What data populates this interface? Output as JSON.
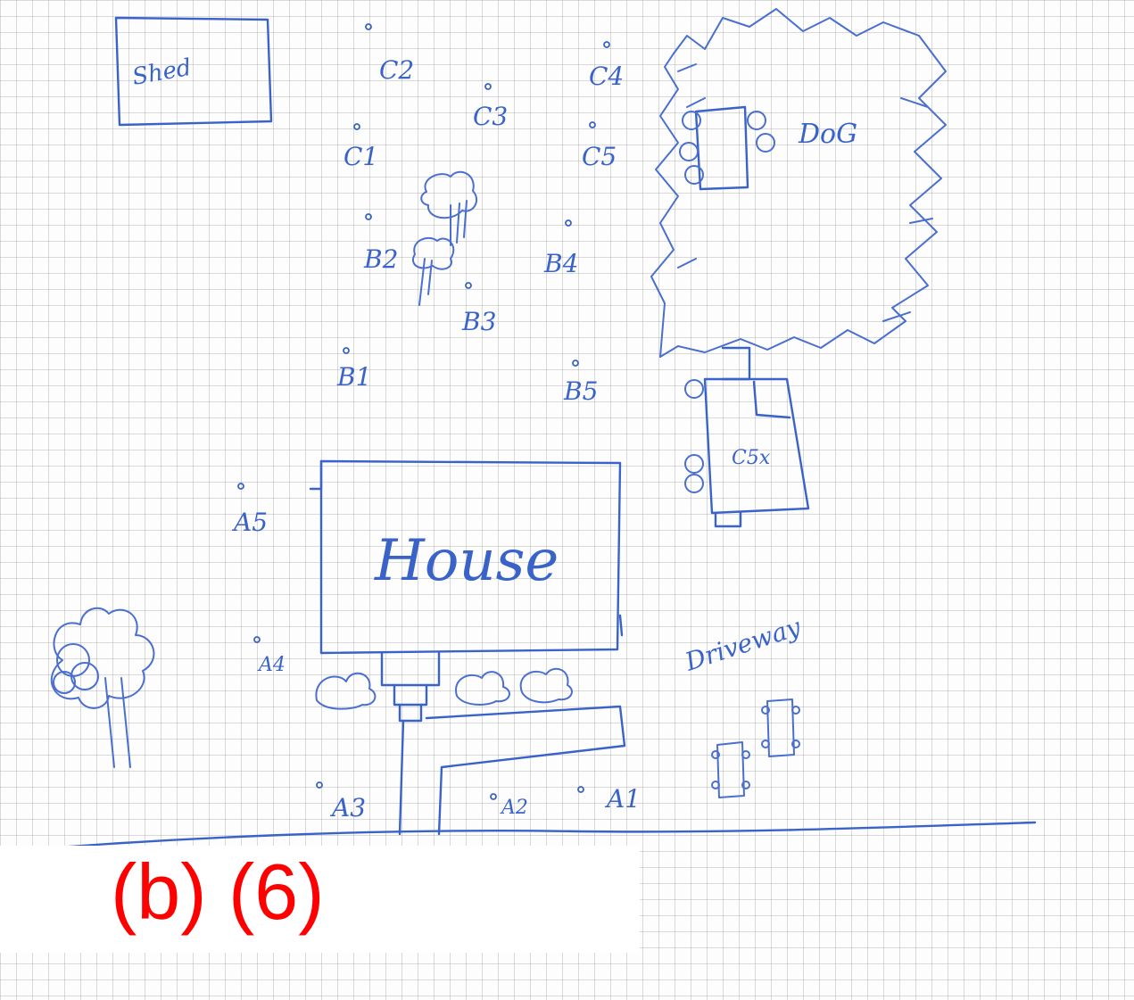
{
  "caption": "(b) (6)",
  "labels": {
    "shed": "Shed",
    "house": "House",
    "dog": "DoG",
    "driveway": "Driveway"
  },
  "points": {
    "A1": "A1",
    "A2": "A2",
    "A3": "A3",
    "A4": "A4",
    "A5": "A5",
    "B1": "B1",
    "B2": "B2",
    "B3": "B3",
    "B4": "B4",
    "B5": "B5",
    "C1": "C1",
    "C2": "C2",
    "C3": "C3",
    "C4": "C4",
    "C5": "C5",
    "C5x": "C5x"
  },
  "colors": {
    "ink": "#3a63c9",
    "caption": "#ff0000"
  }
}
